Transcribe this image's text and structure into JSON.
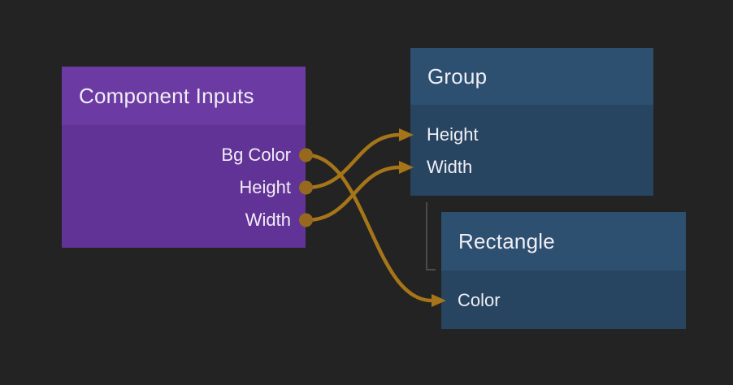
{
  "colors": {
    "background": "#232323",
    "purple_header": "#6b3aa3",
    "purple_body": "#623396",
    "blue_header": "#2d4f70",
    "blue_body": "#274561",
    "connection": "#a67519",
    "port_dot": "#96691f",
    "hierarchy_line": "#4b4b4b",
    "text": "#f0eef5"
  },
  "nodes": [
    {
      "title": "Component Inputs",
      "outputs": [
        {
          "label": "Bg Color"
        },
        {
          "label": "Height"
        },
        {
          "label": "Width"
        }
      ]
    },
    {
      "title": "Group",
      "inputs": [
        {
          "label": "Height"
        },
        {
          "label": "Width"
        }
      ]
    },
    {
      "title": "Rectangle",
      "inputs": [
        {
          "label": "Color"
        }
      ]
    }
  ],
  "connections": [
    {
      "from_node": "Component Inputs",
      "from_port": "Bg Color",
      "to_node": "Rectangle",
      "to_port": "Color"
    },
    {
      "from_node": "Component Inputs",
      "from_port": "Height",
      "to_node": "Group",
      "to_port": "Height"
    },
    {
      "from_node": "Component Inputs",
      "from_port": "Width",
      "to_node": "Group",
      "to_port": "Width"
    }
  ],
  "hierarchy_links": [
    {
      "parent": "Group",
      "child": "Rectangle"
    }
  ]
}
